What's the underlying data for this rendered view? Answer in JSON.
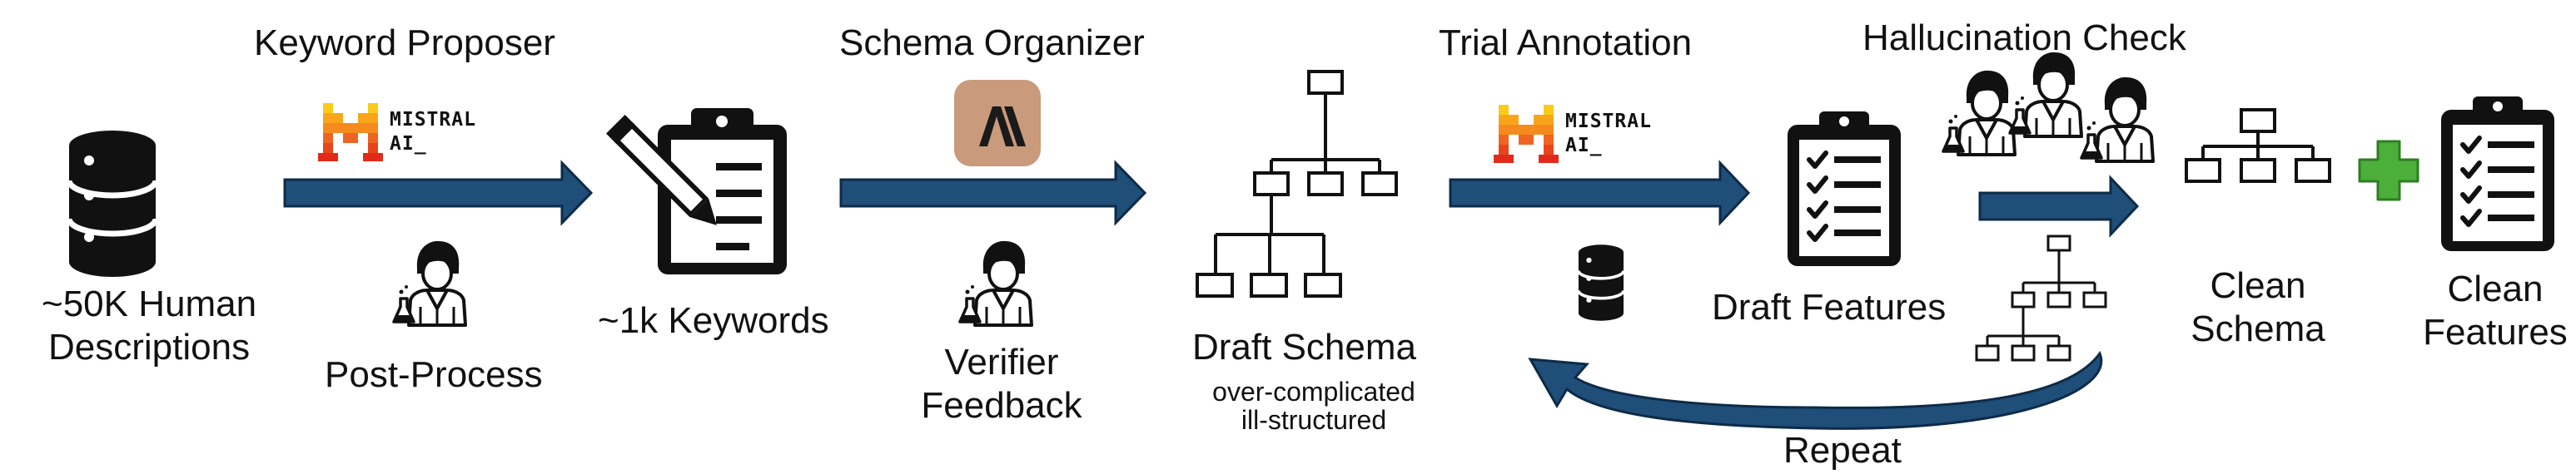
{
  "stages": {
    "keyword_proposer": "Keyword Proposer",
    "schema_organizer": "Schema Organizer",
    "trial_annotation": "Trial Annotation",
    "hallucination_check": "Hallucination Check"
  },
  "captions": {
    "human_descriptions_line1": "~50K Human",
    "human_descriptions_line2": "Descriptions",
    "post_process": "Post-Process",
    "keywords": "~1k Keywords",
    "verifier_line1": "Verifier",
    "verifier_line2": "Feedback",
    "draft_schema": "Draft Schema",
    "draft_schema_note_line1": "over-complicated",
    "draft_schema_note_line2": "ill-structured",
    "draft_features": "Draft Features",
    "clean_schema_line1": "Clean",
    "clean_schema_line2": "Schema",
    "clean_features_line1": "Clean",
    "clean_features_line2": "Features",
    "repeat": "Repeat"
  },
  "logos": {
    "mistral_line1": "MISTRAL",
    "mistral_line2": "AI_",
    "anthropic_mark": "A\\"
  },
  "icons": [
    "database-icon",
    "mistral-logo-icon",
    "scientist-icon",
    "clipboard-pencil-icon",
    "anthropic-logo-icon",
    "tree-schema-icon",
    "checklist-clipboard-icon",
    "plus-icon",
    "curved-arrow-icon"
  ],
  "colors": {
    "arrow": "#1f4e79",
    "plus": "#4caf3a",
    "anthropic_bg": "#c99a7b",
    "mistral_red": "#e8451c",
    "mistral_orange": "#f58a1f",
    "mistral_yellow": "#fbcb1a"
  }
}
